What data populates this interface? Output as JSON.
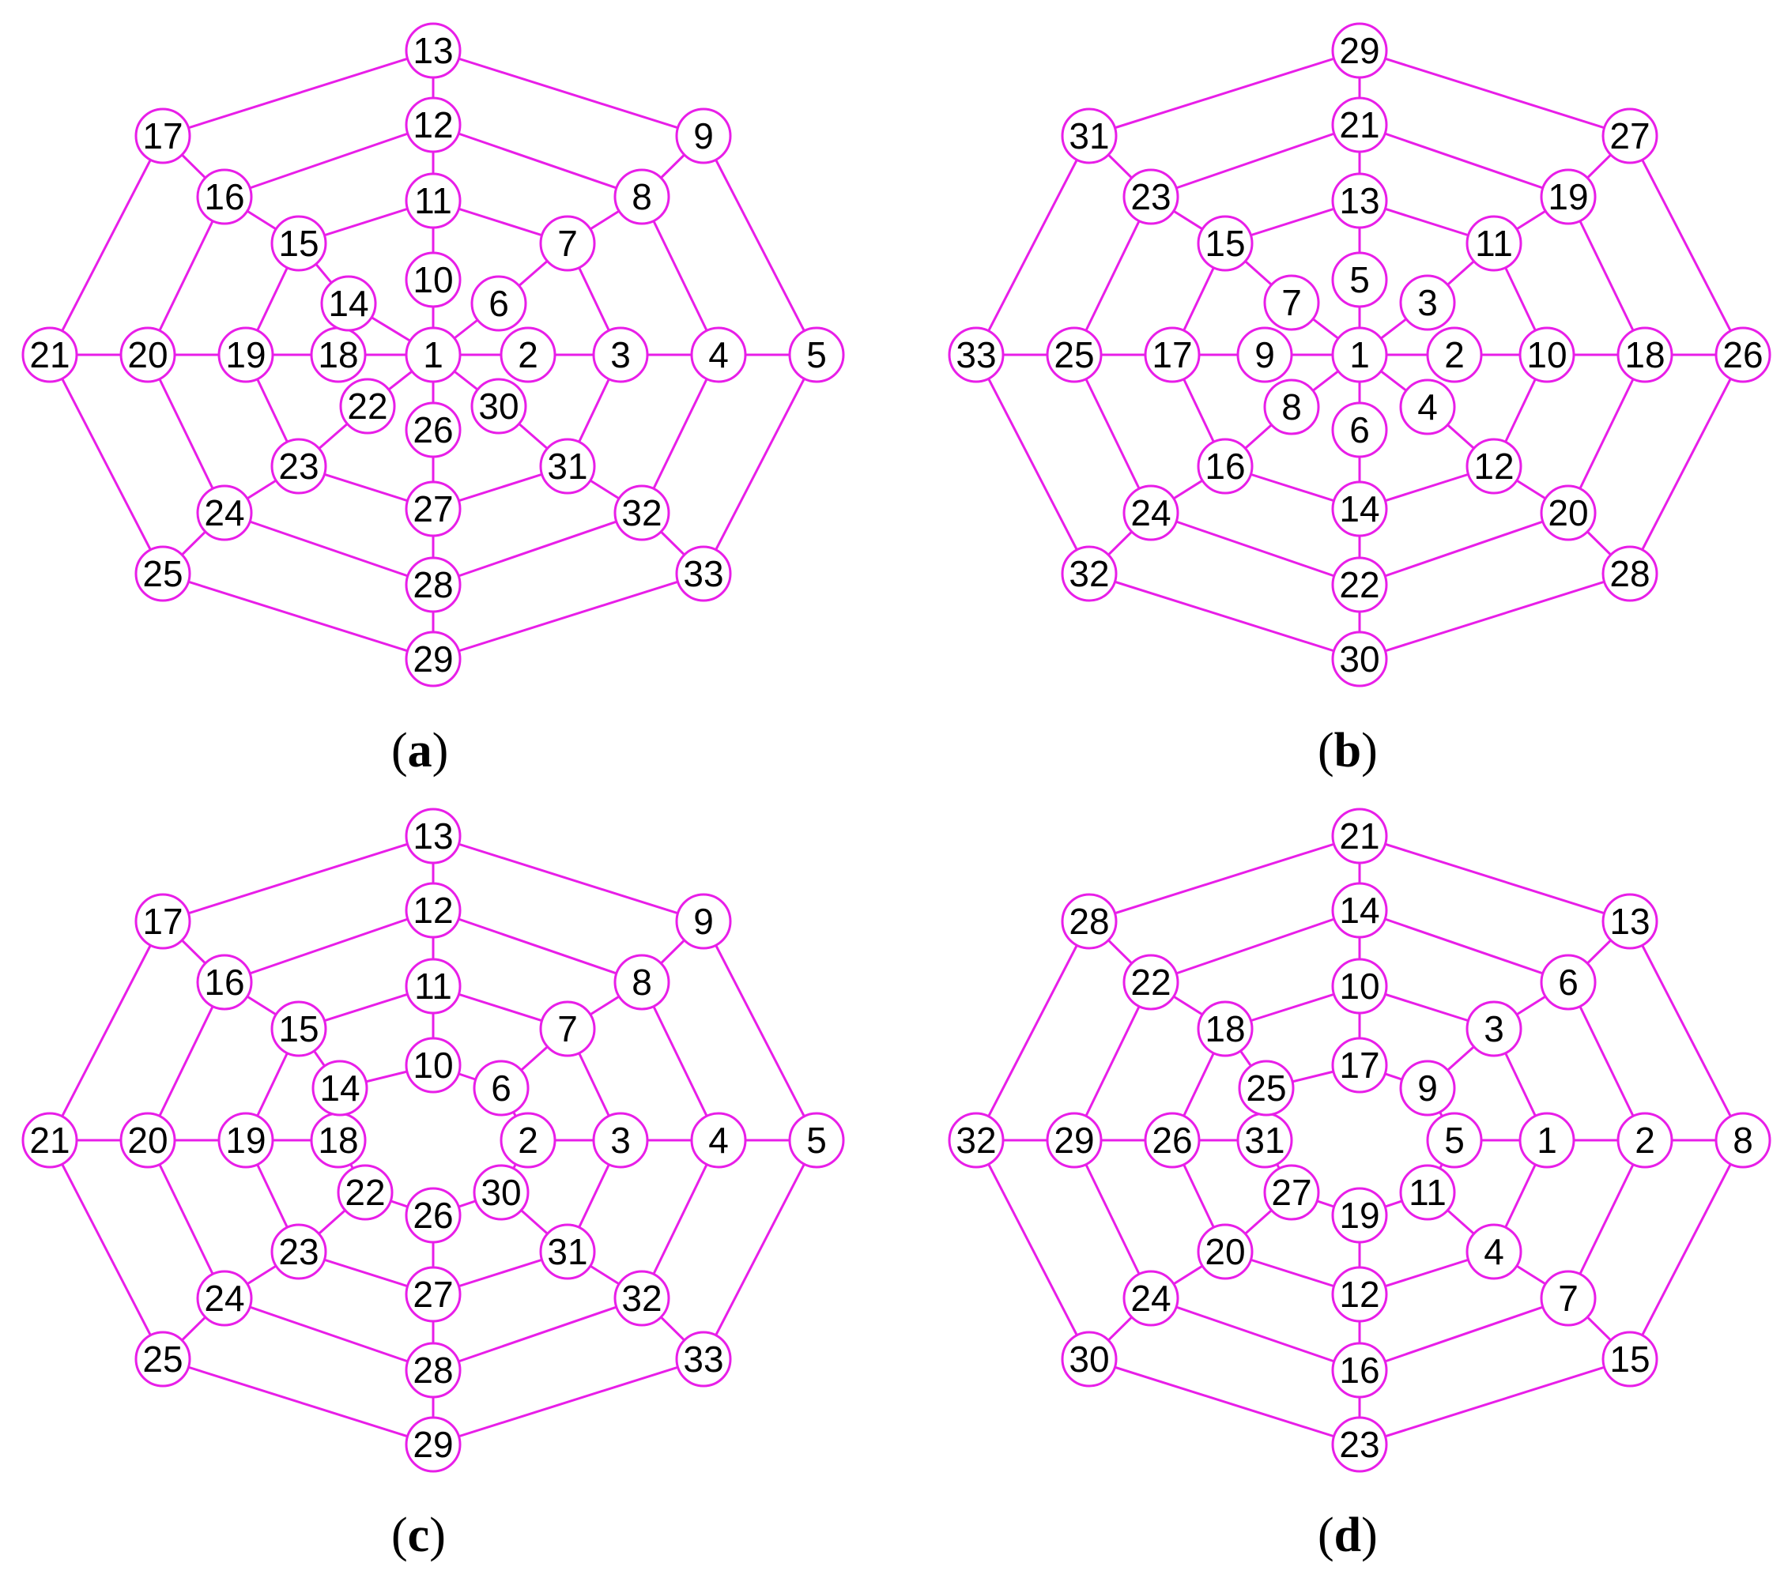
{
  "colors": {
    "edge": "#e81ee8",
    "node_fill": "#ffffff",
    "label": "#000000"
  },
  "panels": [
    {
      "caption": "a",
      "rays": [
        [
          13,
          12,
          11,
          10,
          1
        ],
        [
          9,
          8,
          7,
          6,
          1
        ],
        [
          5,
          4,
          3,
          2,
          1
        ],
        [
          33,
          32,
          31,
          30,
          1
        ],
        [
          29,
          28,
          27,
          26,
          1
        ],
        [
          25,
          24,
          23,
          22,
          1
        ],
        [
          21,
          20,
          19,
          18,
          1
        ],
        [
          17,
          16,
          15,
          14,
          1
        ]
      ]
    },
    {
      "caption": "b",
      "rays": [
        [
          29,
          21,
          13,
          5,
          1
        ],
        [
          27,
          19,
          11,
          3,
          1
        ],
        [
          26,
          18,
          10,
          2,
          1
        ],
        [
          28,
          20,
          12,
          4,
          1
        ],
        [
          30,
          22,
          14,
          6,
          1
        ],
        [
          32,
          24,
          16,
          8,
          1
        ],
        [
          33,
          25,
          17,
          9,
          1
        ],
        [
          31,
          23,
          15,
          7,
          1
        ]
      ]
    },
    {
      "caption": "c",
      "rays": [
        [
          13,
          12,
          11,
          10
        ],
        [
          9,
          8,
          7,
          6
        ],
        [
          5,
          4,
          3,
          2
        ],
        [
          33,
          32,
          31,
          30
        ],
        [
          29,
          28,
          27,
          26
        ],
        [
          25,
          24,
          23,
          22
        ],
        [
          21,
          20,
          19,
          18
        ],
        [
          17,
          16,
          15,
          14
        ]
      ]
    },
    {
      "caption": "d",
      "rays": [
        [
          21,
          14,
          10,
          17
        ],
        [
          13,
          6,
          3,
          9
        ],
        [
          8,
          2,
          1,
          5
        ],
        [
          15,
          7,
          4,
          11
        ],
        [
          23,
          16,
          12,
          19
        ],
        [
          30,
          24,
          20,
          27
        ],
        [
          32,
          29,
          26,
          31
        ],
        [
          28,
          22,
          18,
          25
        ]
      ]
    }
  ]
}
